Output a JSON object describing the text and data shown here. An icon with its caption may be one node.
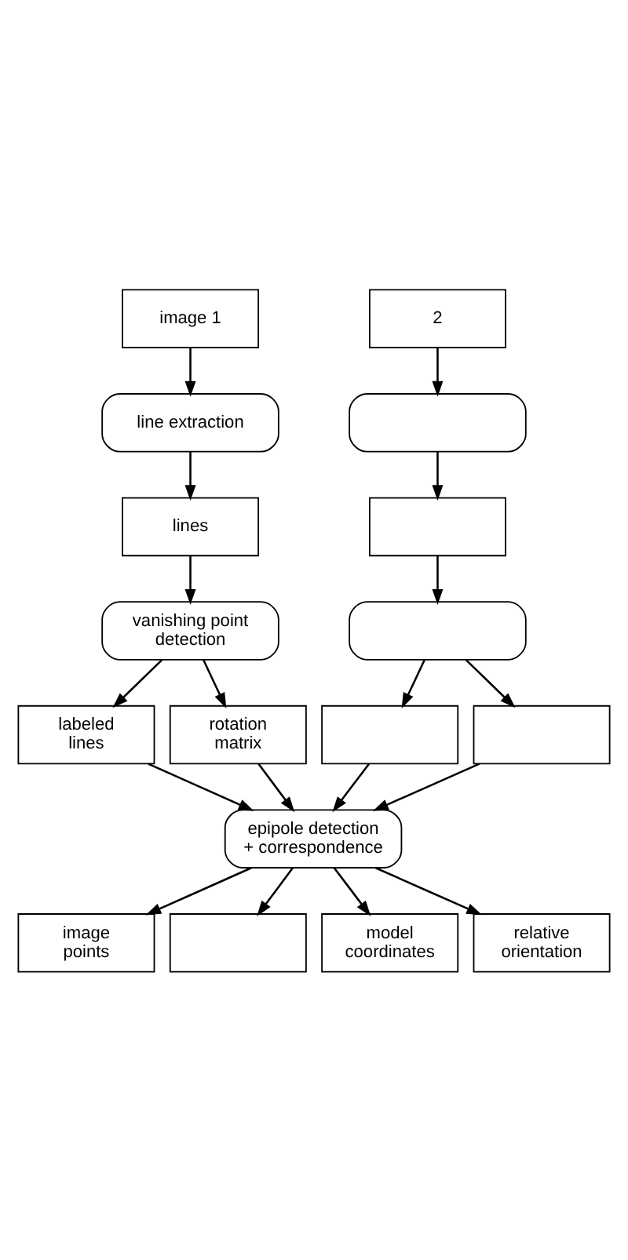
{
  "diagram": {
    "nodes": [
      {
        "text": [
          "image 1"
        ]
      },
      {
        "text": [
          "2"
        ]
      },
      {
        "text": [
          "line extraction"
        ]
      },
      {
        "text": [],
        "shape": "rounded"
      },
      {
        "text": [
          "lines"
        ]
      },
      {
        "text": [],
        "shape": "box"
      },
      {
        "text": [
          "vanishing point detection"
        ]
      },
      {
        "text": [],
        "shape": "rounded"
      },
      {
        "text": [
          "labeled lines"
        ]
      },
      {
        "text": [],
        "shape": "box"
      },
      {
        "text": [
          "rotation matrix"
        ]
      },
      {
        "text": [],
        "shape": "box"
      },
      {
        "text": [
          "epipole detection + correspondence"
        ]
      },
      {
        "text": [
          "image points"
        ]
      },
      {
        "text": [],
        "shape": "box"
      },
      {
        "text": [
          "model coordinates"
        ]
      },
      {
        "text": [
          "relative orientation"
        ]
      }
    ],
    "edges": [
      {
        "from": 0,
        "to": 2,
        "arrow": "to"
      },
      {
        "from": 1,
        "to": 3,
        "arrow": "to"
      },
      {
        "from": 2,
        "to": 4,
        "arrow": "to"
      },
      {
        "from": 3,
        "to": 5,
        "arrow": "to"
      },
      {
        "from": 4,
        "to": 6,
        "arrow": "to"
      },
      {
        "from": 5,
        "to": 7,
        "arrow": "to"
      },
      {
        "from": 6,
        "to": 8,
        "arrow": "to"
      },
      {
        "from": 7,
        "to": 9,
        "arrow": "to"
      },
      {
        "from": 6,
        "to": 10,
        "arrow": "to"
      },
      {
        "from": 7,
        "to": 11,
        "arrow": "to"
      },
      {
        "from": 8,
        "to": 12,
        "arrow": "to"
      },
      {
        "from": 9,
        "to": 12,
        "arrow": "to"
      },
      {
        "from": 10,
        "to": 12,
        "arrow": "to"
      },
      {
        "from": 11,
        "to": 12,
        "arrow": "to"
      },
      {
        "from": 12,
        "to": 13,
        "arrow": "to"
      },
      {
        "from": 12,
        "to": 14,
        "arrow": "to"
      },
      {
        "from": 12,
        "to": 15,
        "arrow": "to"
      },
      {
        "from": 12,
        "to": 16,
        "arrow": "to"
      }
    ]
  }
}
